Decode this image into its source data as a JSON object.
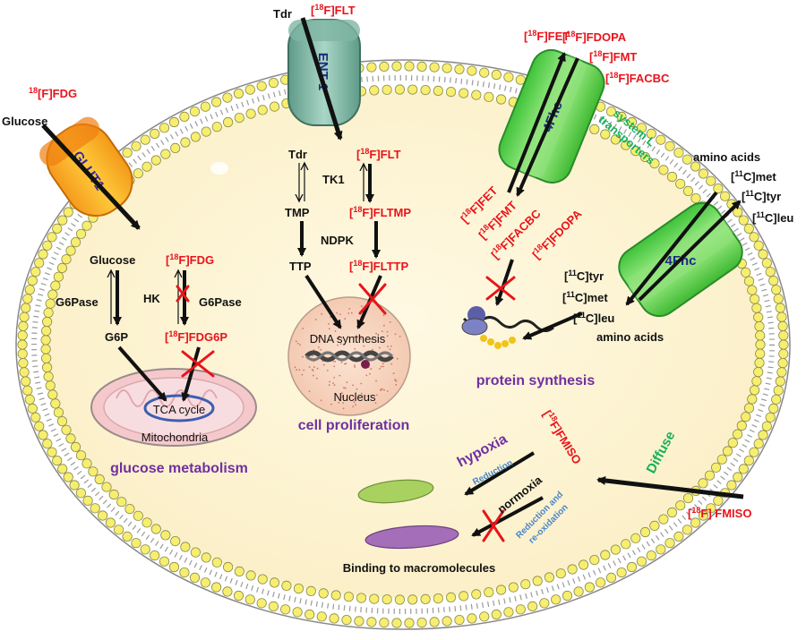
{
  "colors": {
    "tracer_red": "#e8141b",
    "process_purple": "#7030a0",
    "system_green": "#16b05a",
    "reduction_blue": "#4a86c8",
    "cytoplasm": "#fcf2d0",
    "lipid_head": "#f7ee70"
  },
  "transporters": {
    "glut1": "GLUT1",
    "ent1": "ENT-1",
    "fhc_top": "4Fhc",
    "fhc_right": "4Fhc"
  },
  "glucose": {
    "tracer_outside": "FDG",
    "substrate_outside": "Glucose",
    "glucose_inside": "Glucose",
    "fdg_inside": "FDG",
    "g6pase_left": "G6Pase",
    "hk": "HK",
    "g6pase_right": "G6Pase",
    "g6p": "G6P",
    "fdg6p": "FDG6P",
    "tca": "TCA cycle",
    "mito": "Mitochondria",
    "title": "glucose metabolism"
  },
  "thymidine": {
    "tdr_outside": "Tdr",
    "flt_outside": "FLT",
    "tdr_inside": "Tdr",
    "tk1": "TK1",
    "flt_inside": "FLT",
    "tmp": "TMP",
    "fltmp": "FLTMP",
    "ndpk": "NDPK",
    "ttp": "TTP",
    "flttp": "FLTTP",
    "dna": "DNA synthesis",
    "nucleus": "Nucleus",
    "title": "cell proliferation"
  },
  "amino": {
    "fet_out": "FET",
    "fdopa_out": "FDOPA",
    "fmt_out": "FMT",
    "facbc_out": "FACBC",
    "system_l_1": "system L",
    "system_l_2": "transporters",
    "amino_acids_out": "amino acids",
    "met_out": "met",
    "tyr_out": "tyr",
    "leu_out": "leu",
    "fet_in": "FET",
    "fmt_in": "FMT",
    "facbc_in": "FACBC",
    "fdopa_in": "FDOPA",
    "tyr_in": "tyr",
    "met_in": "met",
    "leu_in": "leu",
    "amino_acids_in": "amino acids",
    "title": "protein synthesis"
  },
  "hypoxia": {
    "fmiso_out": "FMISO",
    "diffuse": "Diffuse",
    "fmiso_in": "FMISO",
    "hypoxia": "hypoxia",
    "reduction": "Reduction",
    "normoxia": "normoxia",
    "red_reox_1": "Reduction and",
    "red_reox_2": "re-oxidation",
    "binding": "Binding to macromolecules"
  },
  "isotopes": {
    "f18": "18",
    "f_el": "F",
    "c11": "11",
    "c_el": "C"
  }
}
